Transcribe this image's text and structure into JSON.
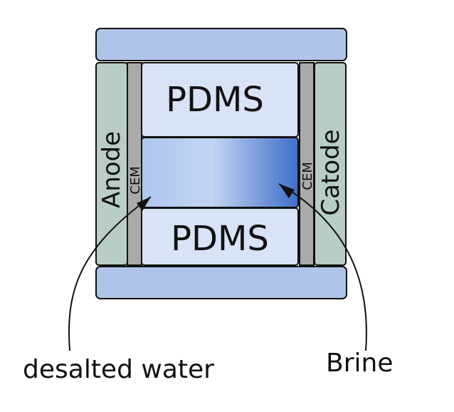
{
  "labels": {
    "pdms_top": "PDMS",
    "pdms_bottom": "PDMS",
    "anode": "Anode",
    "catode": "Catode",
    "cem_left": "CEM",
    "cem_right": "CEM",
    "desalted": "desalted water",
    "brine": "Brine"
  },
  "colors": {
    "plate": "#aec5e9",
    "electrode": "#b8cdc3",
    "membrane": "#aaaaaa",
    "pdms": "#d8e3f5",
    "channel_start": "#aec7ee",
    "channel_end": "#3e6fc9",
    "stroke": "#111111"
  }
}
